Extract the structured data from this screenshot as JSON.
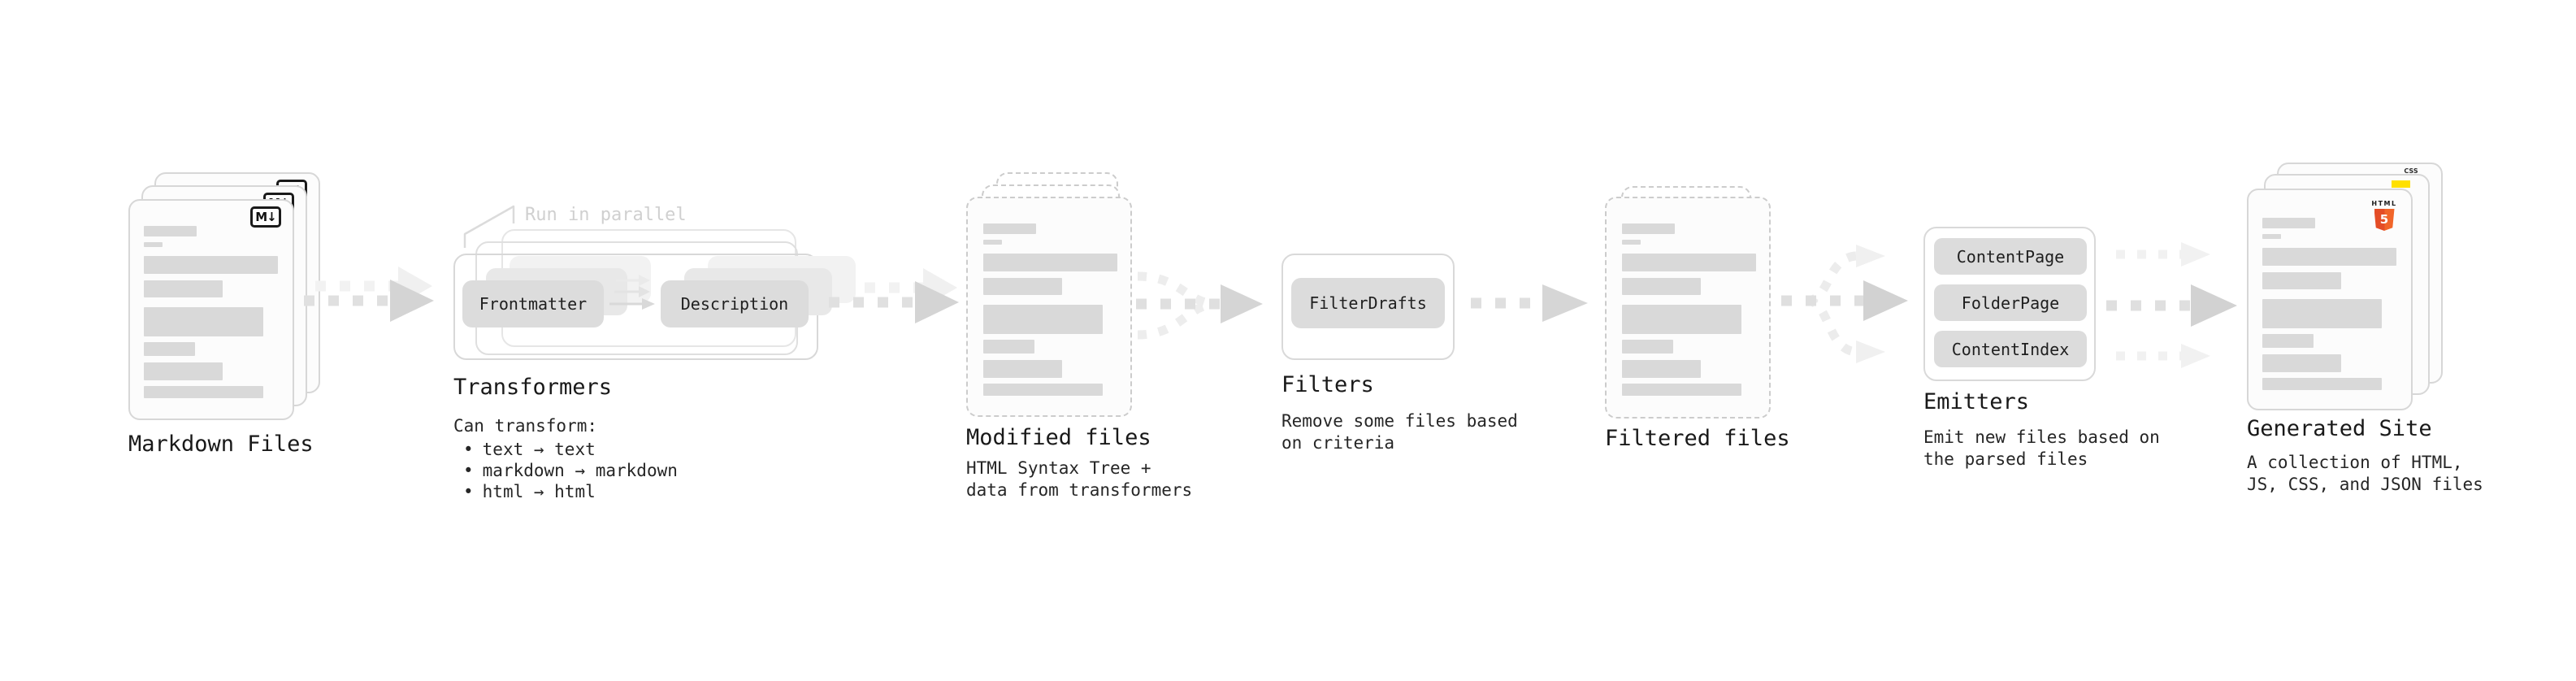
{
  "nodes": {
    "markdown_files": {
      "label": "Markdown Files",
      "badge": "M↓"
    },
    "transformers": {
      "label": "Transformers",
      "annotation": "Run in parallel",
      "pills": [
        "Frontmatter",
        "Description"
      ],
      "description_title": "Can transform:",
      "bullet": "•",
      "bullets": [
        "text → text",
        "markdown → markdown",
        "html → html"
      ]
    },
    "modified_files": {
      "label": "Modified files",
      "description": "HTML Syntax Tree +\ndata from transformers"
    },
    "filters": {
      "label": "Filters",
      "pills": [
        "FilterDrafts"
      ],
      "description": "Remove some files based\non criteria"
    },
    "filtered_files": {
      "label": "Filtered files"
    },
    "emitters": {
      "label": "Emitters",
      "pills": [
        "ContentPage",
        "FolderPage",
        "ContentIndex"
      ],
      "description": "Emit new files based on\nthe parsed files"
    },
    "generated_site": {
      "label": "Generated Site",
      "description": "A collection of HTML,\nJS, CSS, and JSON files",
      "badges": {
        "css": "CSS",
        "html": "HTML",
        "html_number": "5"
      }
    }
  },
  "colors": {
    "text_dark": "#1c1c1c",
    "annotation_gray": "#d0d0d0",
    "card_border": "#d7d7d7",
    "dashed_border": "#cccccc",
    "placeholder_bar": "#d9d9d9",
    "pill_fill": "#dcdcdc",
    "arrow_main": "#d4d4d4",
    "arrow_light": "#f1f1f1",
    "css_blue": "#2f6be6",
    "js_yellow": "#ffe000",
    "html5_orange": "#e44d26"
  }
}
